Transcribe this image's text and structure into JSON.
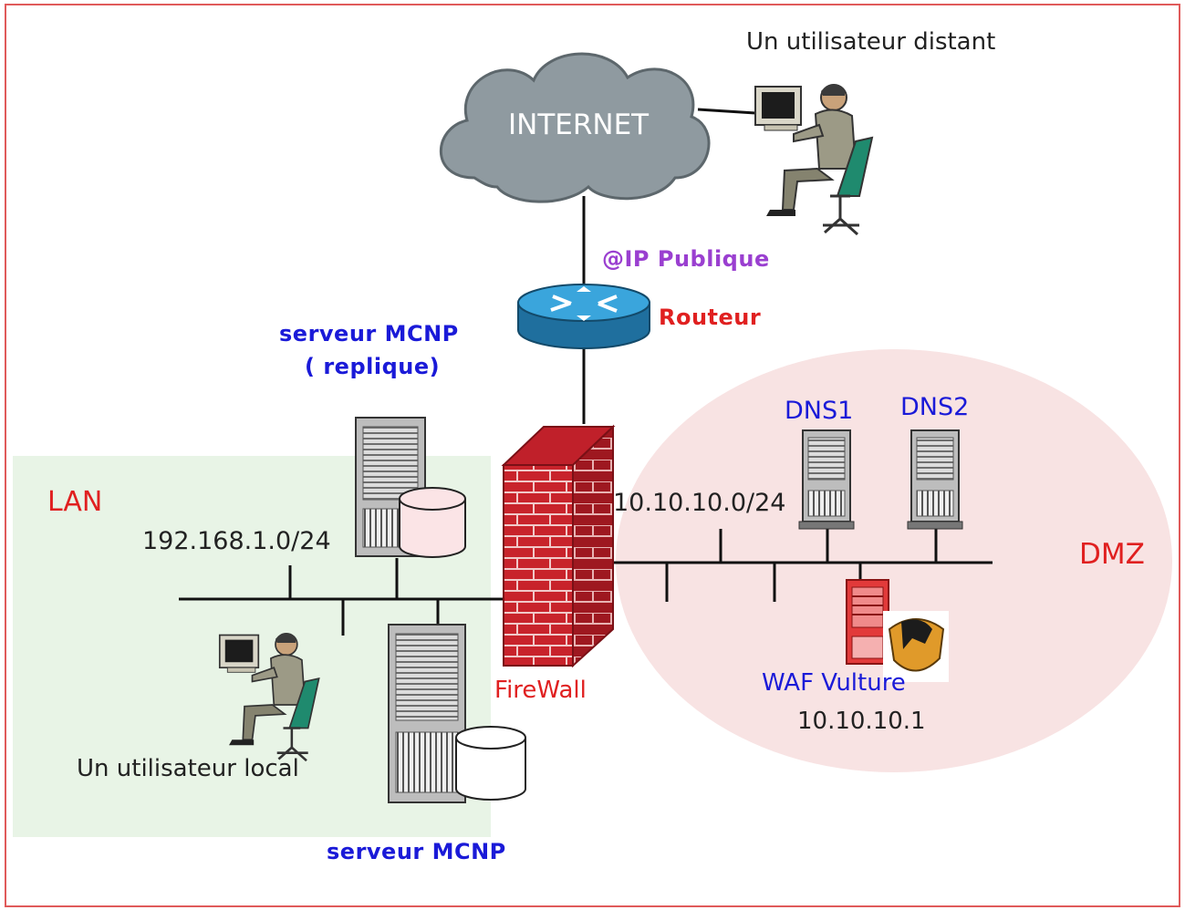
{
  "labels": {
    "internet": "INTERNET",
    "remote_user": "Un utilisateur distant",
    "public_ip": "@IP Publique",
    "router": "Routeur",
    "replica_server_line1": "serveur MCNP",
    "replica_server_line2": "( replique)",
    "lan": "LAN",
    "lan_subnet": "192.168.1.0/24",
    "firewall": "FireWall",
    "dmz_subnet": "10.10.10.0/24",
    "dns1": "DNS1",
    "dns2": "DNS2",
    "dmz": "DMZ",
    "waf": "WAF Vulture",
    "waf_ip": "10.10.10.1",
    "local_user": "Un utilisateur local",
    "main_server": "serveur MCNP"
  },
  "colors": {
    "border": "#e05a5a",
    "lan_zone": "#e8f4e6",
    "dmz_zone": "#f8e3e3",
    "cloud": "#8f9aa0",
    "router": "#2c8fc6",
    "firewall": "#c8232b",
    "blue_text": "#1a1ad8",
    "red_text": "#e02020",
    "purple_text": "#9a3fd0",
    "dark_text": "#222222"
  },
  "icons": [
    "cloud-icon",
    "router-icon",
    "firewall-icon",
    "server-icon",
    "database-icon",
    "workstation-user-icon",
    "waf-shield-icon"
  ]
}
